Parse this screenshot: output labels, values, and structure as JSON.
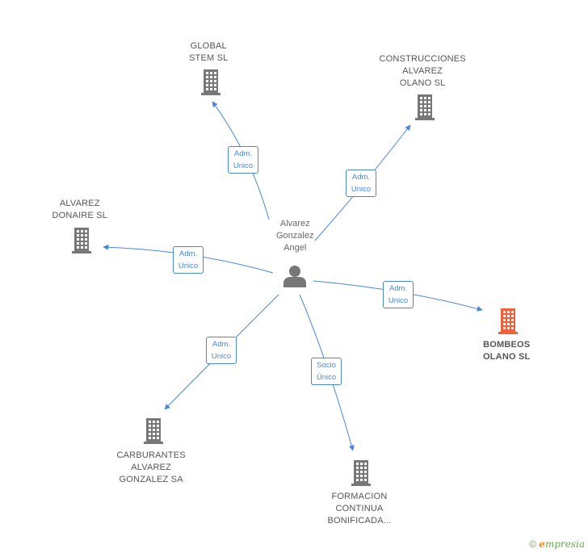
{
  "diagram": {
    "center": {
      "label_lines": [
        "Alvarez",
        "Gonzalez",
        "Angel"
      ],
      "icon": "person-icon",
      "color": "#777777"
    },
    "nodes": [
      {
        "id": "global-stem",
        "label_lines": [
          "GLOBAL",
          "STEM SL"
        ],
        "icon": "building-icon",
        "color": "#777777",
        "focus": false
      },
      {
        "id": "construcciones",
        "label_lines": [
          "CONSTRUCCIONES",
          "ALVAREZ",
          "OLANO SL"
        ],
        "icon": "building-icon",
        "color": "#777777",
        "focus": false
      },
      {
        "id": "alvarez-donaire",
        "label_lines": [
          "ALVAREZ",
          "DONAIRE SL"
        ],
        "icon": "building-icon",
        "color": "#777777",
        "focus": false
      },
      {
        "id": "bombeos",
        "label_lines": [
          "BOMBEOS",
          "OLANO SL"
        ],
        "icon": "building-icon",
        "color": "#f0603a",
        "focus": true
      },
      {
        "id": "carburantes",
        "label_lines": [
          "CARBURANTES",
          "ALVAREZ",
          "GONZALEZ SA"
        ],
        "icon": "building-icon",
        "color": "#777777",
        "focus": false
      },
      {
        "id": "formacion",
        "label_lines": [
          "FORMACION",
          "CONTINUA",
          "BONIFICADA..."
        ],
        "icon": "building-icon",
        "color": "#777777",
        "focus": false
      }
    ],
    "edges": [
      {
        "to": "global-stem",
        "label_lines": [
          "Adm.",
          "Unico"
        ]
      },
      {
        "to": "construcciones",
        "label_lines": [
          "Adm.",
          "Unico"
        ]
      },
      {
        "to": "alvarez-donaire",
        "label_lines": [
          "Adm.",
          "Unico"
        ]
      },
      {
        "to": "bombeos",
        "label_lines": [
          "Adm.",
          "Unico"
        ]
      },
      {
        "to": "carburantes",
        "label_lines": [
          "Adm.",
          "Unico"
        ]
      },
      {
        "to": "formacion",
        "label_lines": [
          "Socio",
          "Único"
        ]
      }
    ],
    "edge_color": "#4a86d8"
  },
  "footer": {
    "copyright": "©",
    "brand_first": "e",
    "brand_rest": "mpresia"
  }
}
